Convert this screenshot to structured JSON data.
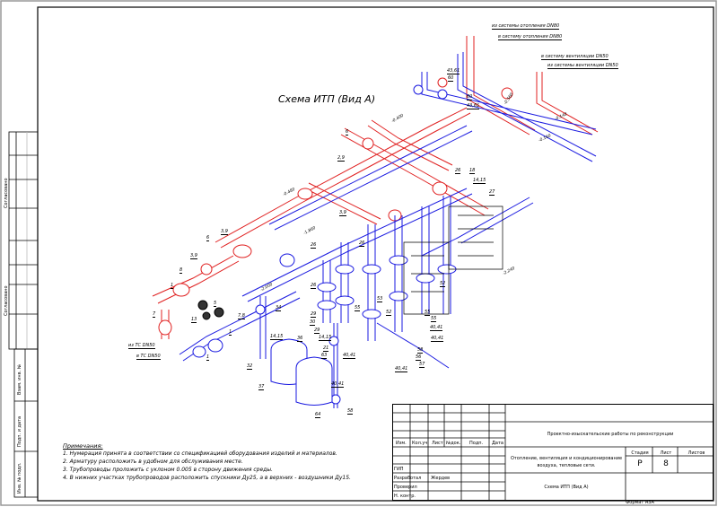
{
  "drawing_title": "Схема ИТП (Вид А)",
  "pipe_labels": {
    "heating_supply_in": "из системы отопления DN80",
    "heating_return_out": "в систему отопления DN80",
    "vent_out": "в систему вентиляции DN50",
    "vent_in": "из системы вентиляции DN50",
    "ts_in": "из ТС DN50",
    "ts_out": "в ТС DN50"
  },
  "elevations": [
    "-0.140",
    "-0.160",
    "-0.400",
    "-0.560",
    "-1.860",
    "-2.000",
    "-0.480",
    "-2.240"
  ],
  "callouts": [
    "43,61",
    "60",
    "60",
    "43,61",
    "6",
    "2,9",
    "3,9",
    "26",
    "18",
    "14,15",
    "27",
    "3,9",
    "6",
    "3,9",
    "8",
    "1",
    "5",
    "7,8",
    "13",
    "7",
    "1",
    "1",
    "34",
    "14,15",
    "32",
    "37",
    "36",
    "63",
    "64",
    "40,41",
    "58",
    "40,41",
    "26",
    "29",
    "30",
    "29",
    "14,15",
    "52",
    "55",
    "40,41",
    "40,41",
    "58",
    "56",
    "57",
    "40,41",
    "55",
    "53",
    "26",
    "26",
    "55",
    "52",
    "21"
  ],
  "colors": {
    "supply": "#e02020",
    "return": "#1a1ae0",
    "frame": "#000000"
  },
  "notes": {
    "heading": "Примечания:",
    "items": [
      "1. Нумерация принята в соответствии со спецификацией оборудования изделий и материалов.",
      "2. Арматуру расположить в удобном для обслуживания месте.",
      "3. Трубопроводы проложить с уклоном 0.005 в сторону движения среды.",
      "4. В нижних участках трубопроводов расположить спускники Ду25, а в верхних - воздушники Ду15."
    ]
  },
  "side_stamp": {
    "agreed_1": "Согласовано",
    "agreed_2": "Согласовано",
    "inv_replace": "Взам. инв. №",
    "sign_date": "Подп. и дата",
    "inv_orig": "Инв. № подл."
  },
  "title_block": {
    "headers": [
      "Изм.",
      "Кол.уч",
      "Лист",
      "№док.",
      "Подп.",
      "Дата"
    ],
    "roles": [
      "ГИП",
      "Разработал",
      "Проверил",
      "Н. контр."
    ],
    "developer": "Жердев",
    "organization": "Проектно-изыскательские работы по реконструкции",
    "section": "Отопление, вентиляция и кондиционирование воздуха, тепловые сети.",
    "sheet_title": "Схема ИТП (Вид А)",
    "stage_label": "Стадия",
    "sheet_label": "Лист",
    "sheets_label": "Листов",
    "stage": "Р",
    "sheet": "8",
    "sheets": "",
    "format": "Формат А3А"
  }
}
